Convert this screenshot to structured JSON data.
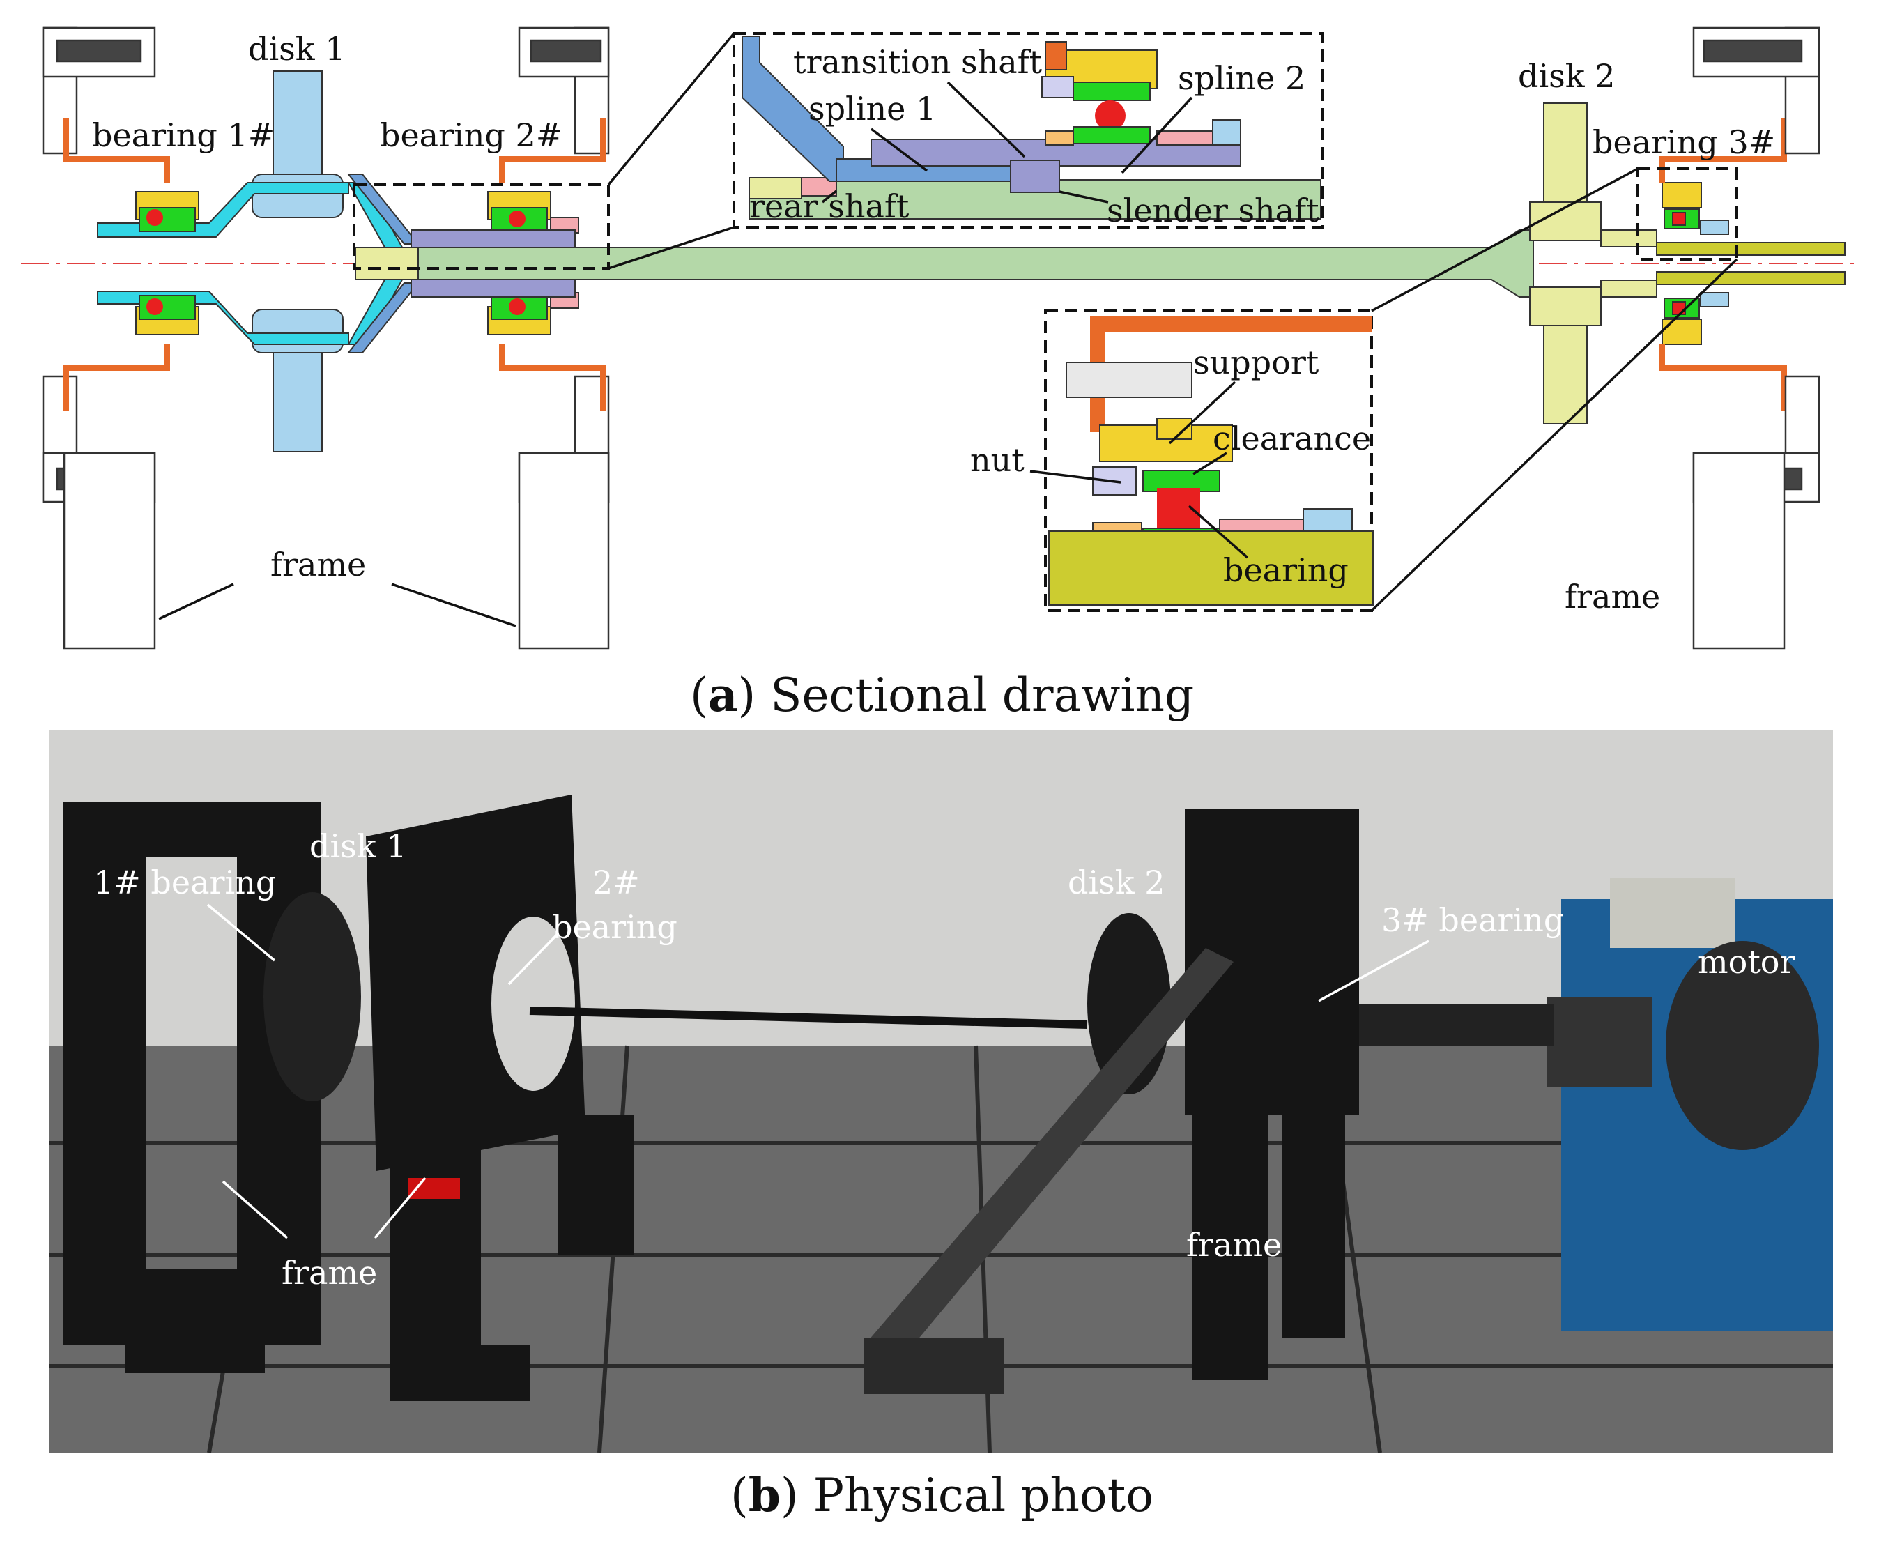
{
  "sectional": {
    "labels": {
      "disk1": "disk 1",
      "bearing1": "bearing 1#",
      "bearing2": "bearing 2#",
      "frame_left": "frame",
      "disk2": "disk 2",
      "bearing3": "bearing 3#",
      "frame_right": "frame"
    },
    "inset_top": {
      "transition_shaft": "transition shaft",
      "spline1": "spline 1",
      "spline2": "spline 2",
      "rear_shaft": "rear shaft",
      "slender_shaft": "slender shaft"
    },
    "inset_bottom": {
      "support": "support",
      "clearance": "clearance",
      "nut": "nut",
      "bearing": "bearing"
    },
    "caption_letter": "a",
    "caption_text": "Sectional drawing"
  },
  "photo": {
    "labels": {
      "bearing1": "1# bearing",
      "disk1": "disk 1",
      "bearing2_line1": "2#",
      "bearing2_line2": "bearing",
      "disk2": "disk 2",
      "bearing3": "3# bearing",
      "motor": "motor",
      "frame_left": "frame",
      "frame_right": "frame"
    },
    "caption_letter": "b",
    "caption_text": "Physical photo"
  },
  "colors": {
    "disk1": "#a8d4ee",
    "shaft": "#b4d8a8",
    "disk2": "#e8eca0",
    "spline": "#9a9ad0",
    "support": "#f2d22e",
    "housing": "#e86a28",
    "bearing_ball": "#e82020",
    "bearing_race": "#22d422",
    "hub_left": "#33d6e6",
    "pink": "#f4aab0",
    "base_olive": "#cccc30",
    "photo_wall": "#d2d2d0",
    "photo_black": "#151515",
    "motor_blue": "#1c5e96"
  }
}
